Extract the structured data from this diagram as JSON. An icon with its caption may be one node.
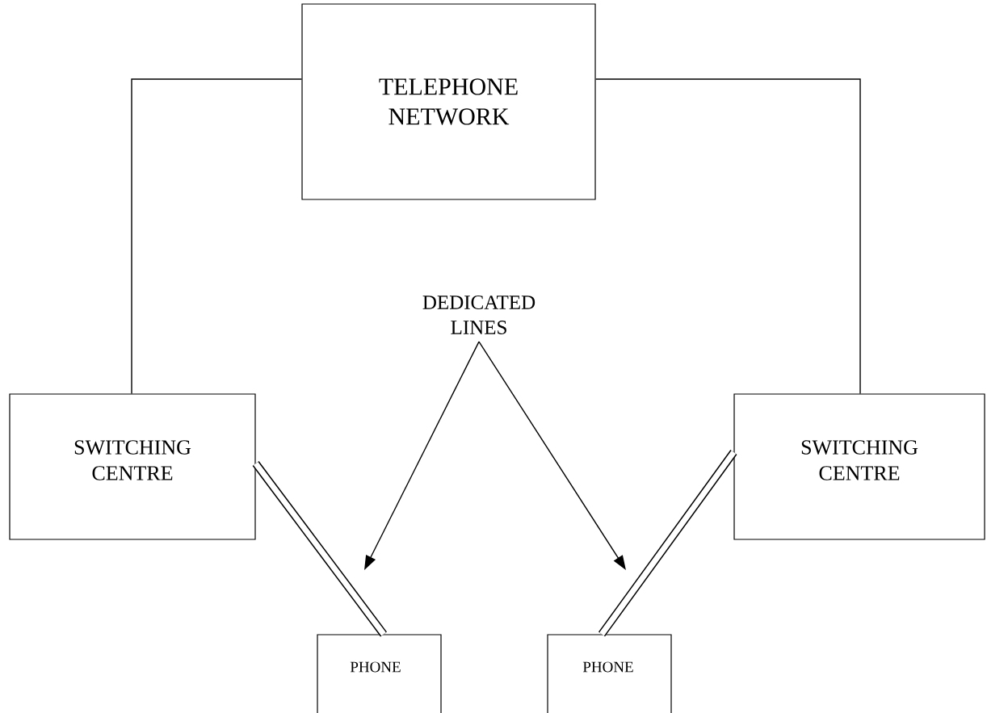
{
  "diagram": {
    "nodes": [
      {
        "text": [
          "TELEPHONE NETWORK"
        ]
      },
      {
        "text": [
          "SWITCHING CENTRE"
        ]
      },
      {
        "text": [
          "SWITCHING CENTRE"
        ]
      },
      {
        "text": [
          "PHONE"
        ]
      },
      {
        "text": [
          "PHONE"
        ]
      },
      {
        "text": [
          "DEDICATED LINES"
        ]
      }
    ],
    "edges": [
      {
        "from": 0,
        "to": 1,
        "arrow": "none"
      },
      {
        "from": 0,
        "to": 2,
        "arrow": "none"
      },
      {
        "from": 1,
        "to": 3,
        "arrow": "none",
        "style": "thick"
      },
      {
        "from": 2,
        "to": 4,
        "arrow": "none",
        "style": "thick"
      },
      {
        "from": 5,
        "to": null,
        "arrow": "to"
      },
      {
        "from": 5,
        "to": null,
        "arrow": "to"
      }
    ]
  }
}
